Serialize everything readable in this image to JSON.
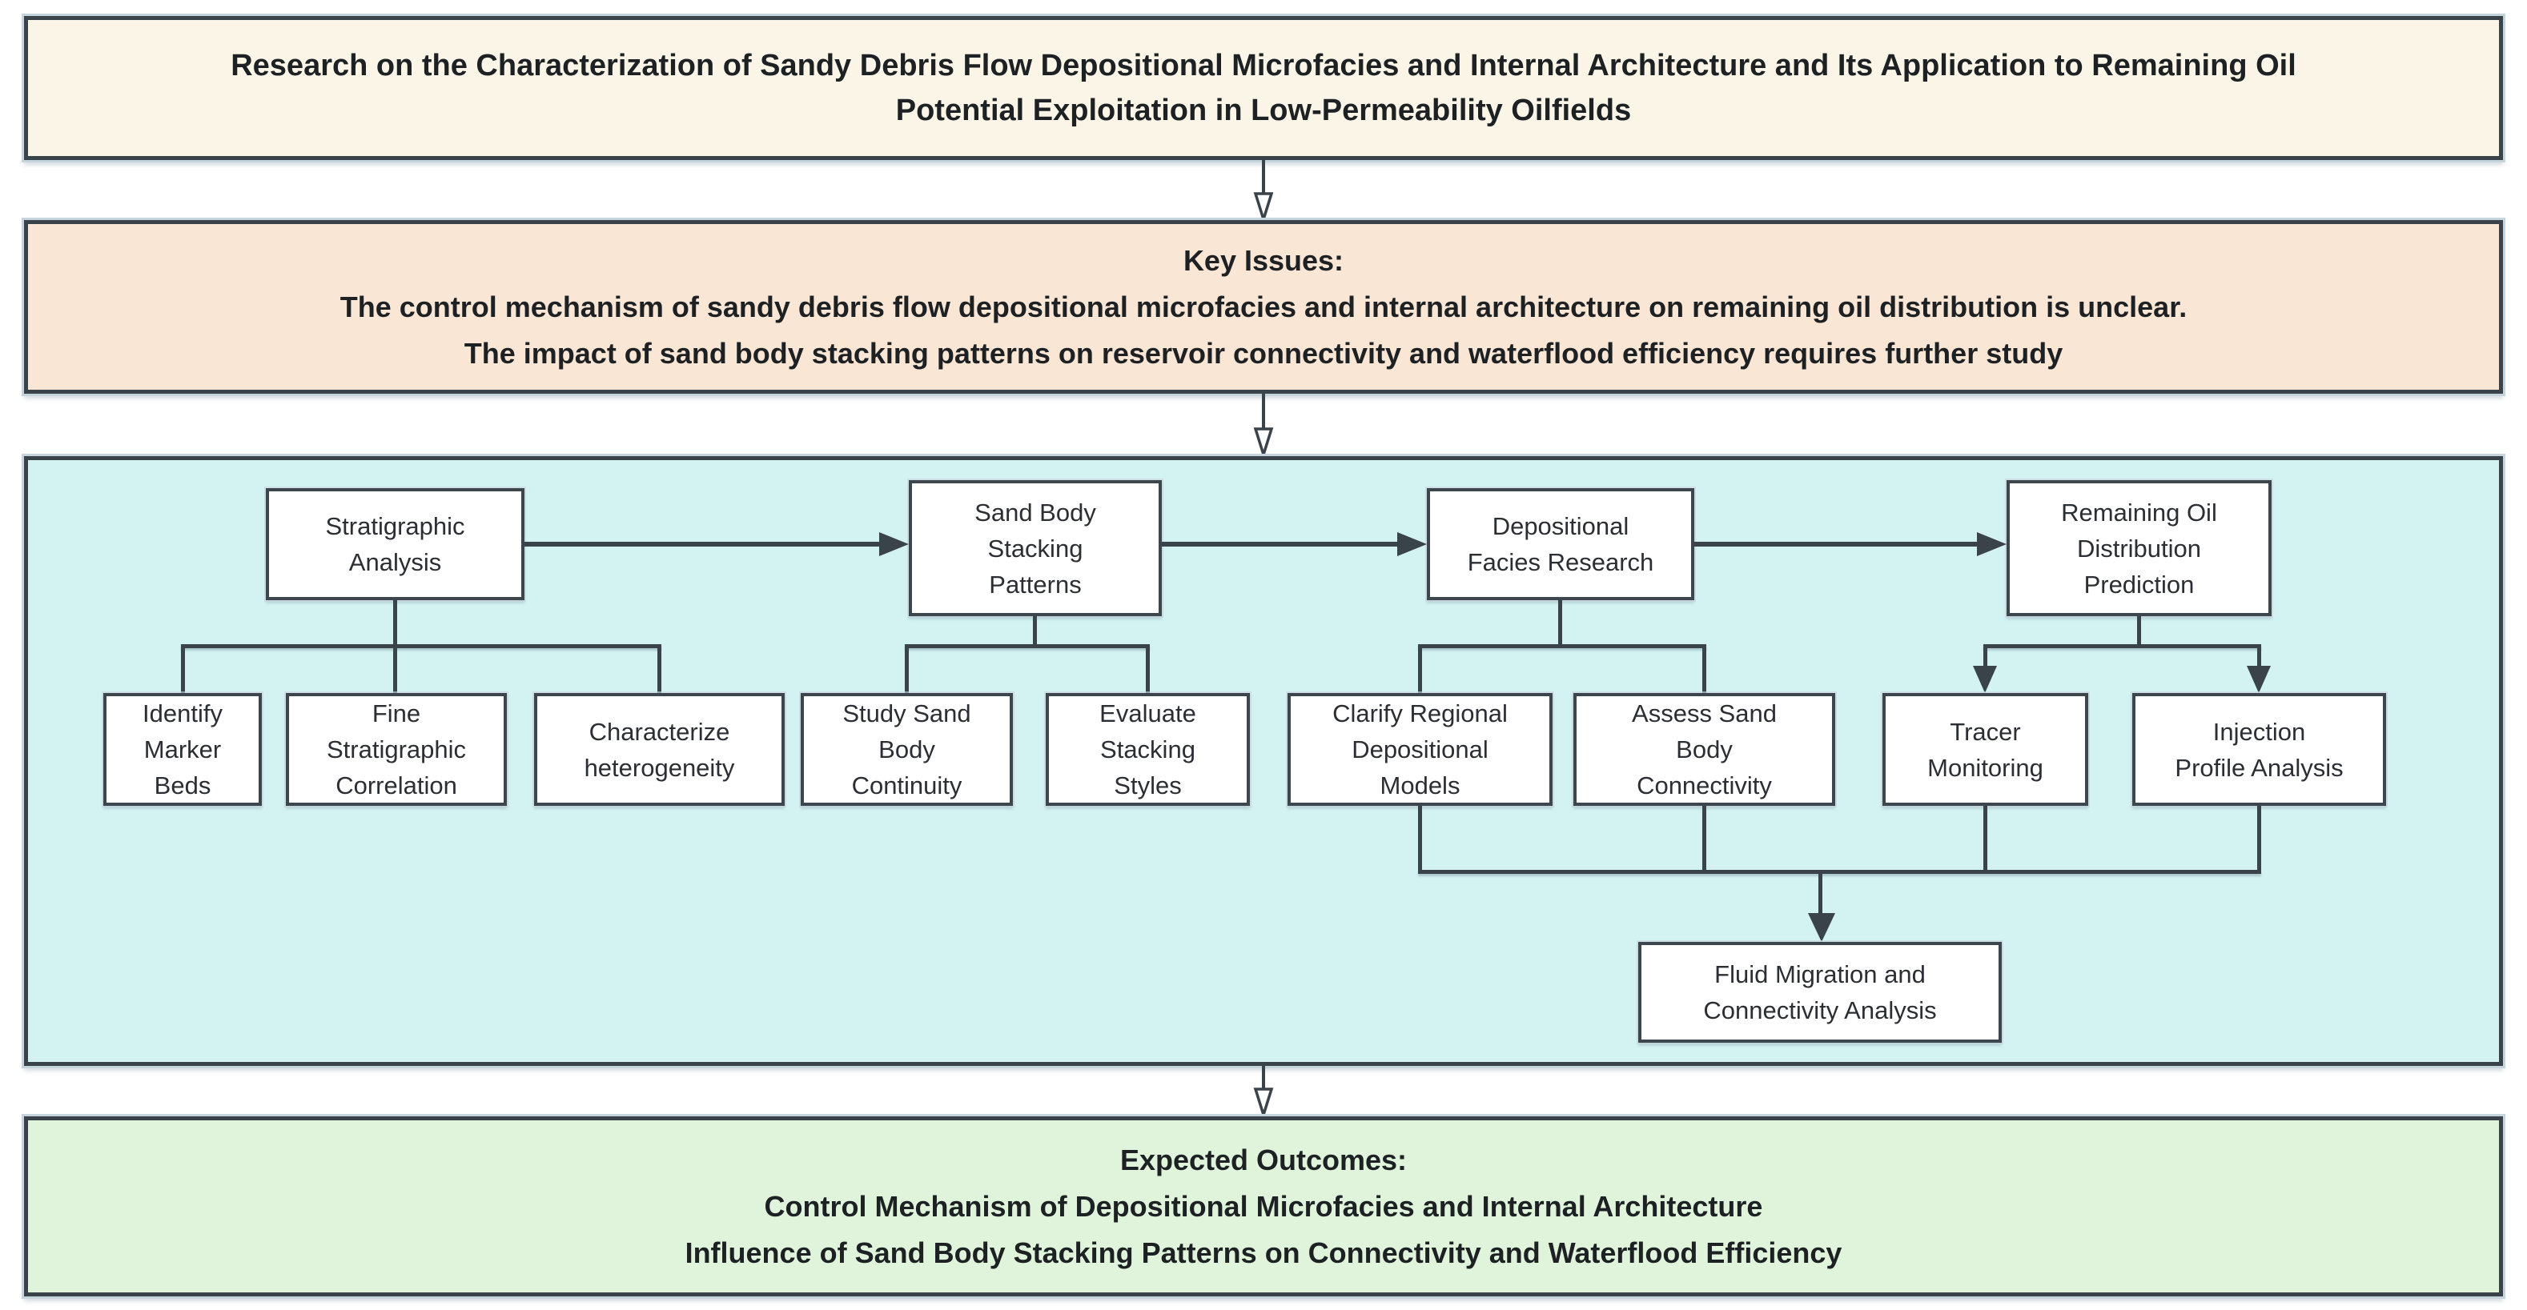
{
  "colors": {
    "panel_border": "#3a434a",
    "connector_line": "#3a434a",
    "title_bg": "#faf5e6",
    "key_issues_bg": "#fae6d4",
    "flowchart_bg": "#d3f3f2",
    "outcomes_bg": "#dff4da",
    "node_bg": "#ffffff",
    "heading_text": "#1d2124",
    "node_text": "#2b2f33"
  },
  "title": {
    "text": "Research on the Characterization of Sandy Debris Flow Depositional Microfacies and Internal Architecture and Its Application to Remaining Oil\nPotential Exploitation in Low-Permeability Oilfields"
  },
  "key_issues": {
    "heading": "Key Issues:",
    "line1": "The control mechanism of sandy debris flow depositional microfacies and internal architecture on remaining oil distribution is unclear.",
    "line2": "The impact of sand body stacking patterns on reservoir connectivity and waterflood efficiency requires further study"
  },
  "flow": {
    "stratigraphic_analysis": "Stratigraphic\nAnalysis",
    "sand_body_stacking_patterns": "Sand Body\nStacking\nPatterns",
    "depositional_facies_research": "Depositional\nFacies Research",
    "remaining_oil_distribution_prediction": "Remaining Oil\nDistribution\nPrediction",
    "identify_marker_beds": "Identify\nMarker\nBeds",
    "fine_stratigraphic_correlation": "Fine\nStratigraphic\nCorrelation",
    "characterize_heterogeneity": "Characterize\nheterogeneity",
    "study_sand_body_continuity": "Study Sand\nBody\nContinuity",
    "evaluate_stacking_styles": "Evaluate\nStacking\nStyles",
    "clarify_regional_depositional_models": "Clarify Regional\nDepositional\nModels",
    "assess_sand_body_connectivity": "Assess Sand\nBody\nConnectivity",
    "tracer_monitoring": "Tracer\nMonitoring",
    "injection_profile_analysis": "Injection\nProfile Analysis",
    "fluid_migration_connectivity_analysis": "Fluid Migration and\nConnectivity Analysis"
  },
  "expected_outcomes": {
    "heading": "Expected Outcomes:",
    "line1": "Control Mechanism of Depositional Microfacies and Internal Architecture",
    "line2": "Influence of Sand Body Stacking Patterns on Connectivity and Waterflood Efficiency"
  }
}
